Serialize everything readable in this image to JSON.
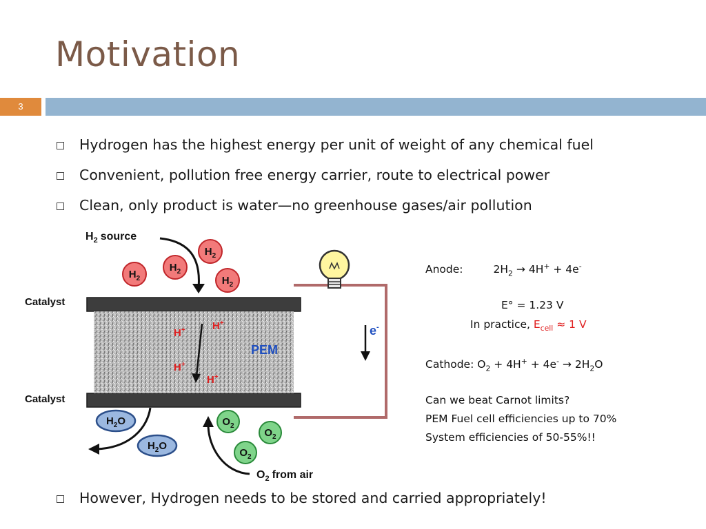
{
  "slide": {
    "title": "Motivation",
    "number": "3",
    "accent_color": "#e08a3c",
    "bar_color": "#93b4d0",
    "title_color": "#7b5a48"
  },
  "bullets": [
    "Hydrogen has the highest energy per unit of weight of any chemical fuel",
    "Convenient, pollution free energy carrier, route to electrical power",
    "Clean, only product is water—no greenhouse gases/air pollution"
  ],
  "bottom_bullet": "However, Hydrogen needs to be stored and carried appropriately!",
  "diagram": {
    "h2_source_label": "source",
    "catalyst_top": "Catalyst",
    "catalyst_bottom": "Catalyst",
    "pem_label": "PEM",
    "electron_label": "e",
    "o2_from_air_label": "from air",
    "molecule_h": "H",
    "molecule_o": "O",
    "molecule_h2o": "O",
    "sub_2": "2",
    "sup_plus": "+",
    "sup_minus": "-",
    "colors": {
      "h2_fill": "#f27a7a",
      "h2_stroke": "#c0262a",
      "o2_fill": "#7fd48a",
      "o2_stroke": "#2a8a3a",
      "h2o_fill": "#9bb8e0",
      "h2o_stroke": "#2c4f8a",
      "proton_text": "#e02020",
      "pem_text": "#1f4fc0",
      "electron_text": "#1f4fc0",
      "circuit": "#b06a6a",
      "bulb": "#fff6a0"
    }
  },
  "right_panel": {
    "anode_label": "Anode:",
    "anode_eq_left": "2H",
    "anode_eq_right_a": "4H",
    "anode_eq_right_b": "+ 4e",
    "e0_line": "E° = 1.23 V",
    "practice_prefix": "In practice, ",
    "ecell_e": "E",
    "ecell_sub": "cell",
    "ecell_value": " ≈ 1 V",
    "cathode_label": "Cathode: O",
    "cathode_mid": "+ 4H",
    "cathode_mid2": "+ 4e",
    "cathode_product": "2H",
    "cathode_product_end": "O",
    "arrow": "→",
    "q_carnot": "Can we beat Carnot limits?",
    "pem_eff": "PEM Fuel cell efficiencies up to 70%",
    "sys_eff": "System efficiencies of 50-55%!!"
  }
}
